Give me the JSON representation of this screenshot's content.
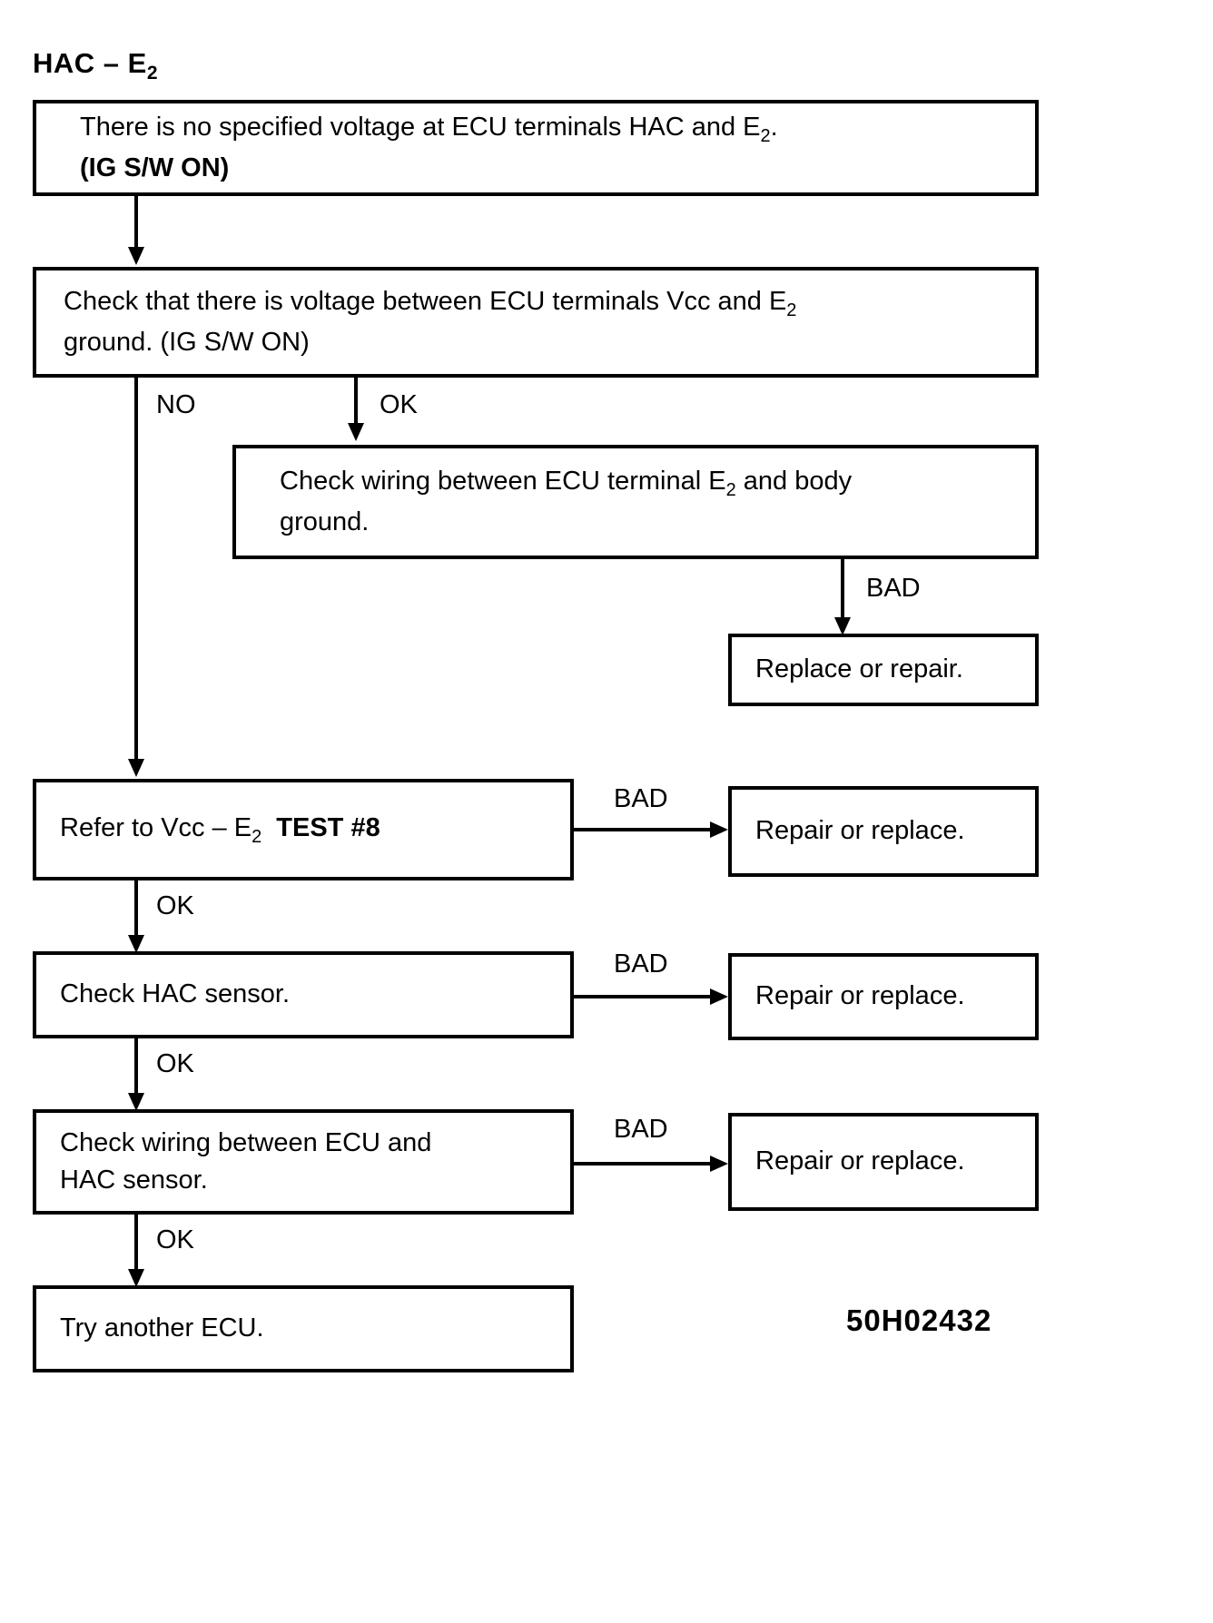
{
  "document": {
    "title_main": "HAC – E",
    "title_sub": "2",
    "figure_code": "50H02432"
  },
  "nodes": {
    "problem": {
      "line1_a": "There is no specified voltage at ECU terminals HAC and E",
      "line1_sub": "2",
      "line1_b": ".",
      "line2": "(IG S/W ON)"
    },
    "check_vcc": {
      "line1_a": "Check that there is voltage between ECU terminals Vcc and E",
      "line1_sub": "2",
      "line2": "ground.  (IG S/W ON)"
    },
    "check_wiring_ground": {
      "line1_a": "Check wiring between ECU terminal E",
      "line1_sub": "2",
      "line1_b": " and body",
      "line2": "ground."
    },
    "replace_or_repair": {
      "line1": "Replace or repair."
    },
    "refer_test8": {
      "line1_a": "Refer to Vcc – E",
      "line1_sub": "2",
      "line1_b": "TEST #8"
    },
    "repair_replace_1": {
      "line1": "Repair or replace."
    },
    "check_hac_sensor": {
      "line1": "Check HAC sensor."
    },
    "repair_replace_2": {
      "line1": "Repair or replace."
    },
    "check_wiring_hac": {
      "line1": "Check wiring between ECU and",
      "line2": "HAC sensor."
    },
    "repair_replace_3": {
      "line1": "Repair or replace."
    },
    "try_another_ecu": {
      "line1": "Try another ECU."
    }
  },
  "edges": {
    "no_1": "NO",
    "ok_1": "OK",
    "bad_ground": "BAD",
    "bad_test8": "BAD",
    "ok_test8": "OK",
    "bad_hac_sensor": "BAD",
    "ok_hac_sensor": "OK",
    "bad_wiring_hac": "BAD",
    "ok_wiring_hac": "OK"
  },
  "colors": {
    "ink": "#000000",
    "paper": "#ffffff"
  }
}
